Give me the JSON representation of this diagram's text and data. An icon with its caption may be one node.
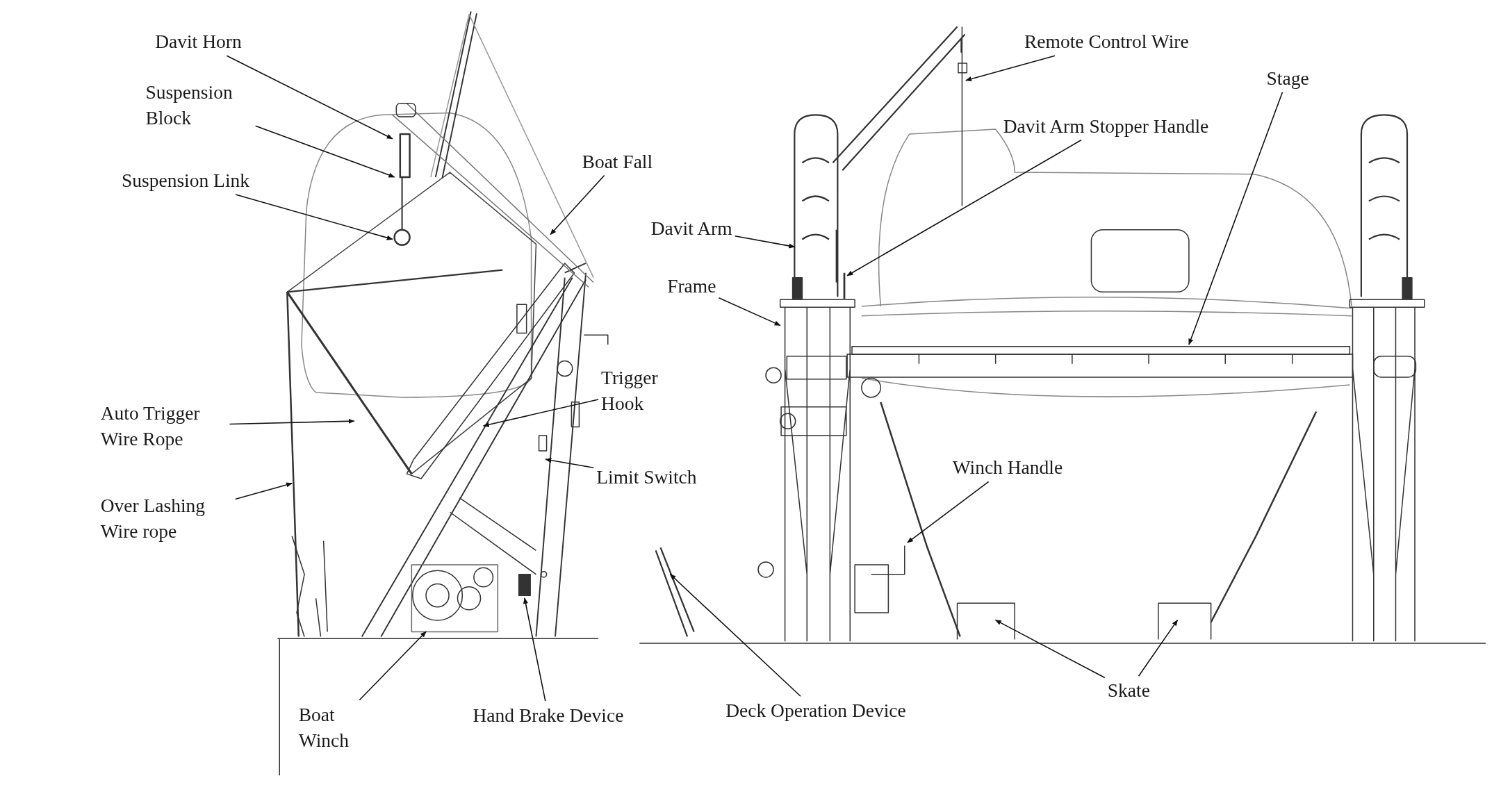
{
  "diagram": {
    "nodes": [
      {
        "text": [
          "Davit Horn"
        ]
      },
      {
        "text": [
          "Suspension Block"
        ]
      },
      {
        "text": [
          "Suspension Link"
        ]
      },
      {
        "text": [
          "Boat Fall"
        ]
      },
      {
        "text": [
          "Trigger Hook"
        ]
      },
      {
        "text": [
          "Auto Trigger Wire Rope"
        ]
      },
      {
        "text": [
          "Limit Switch"
        ]
      },
      {
        "text": [
          "Over Lashing Wire rope"
        ]
      },
      {
        "text": [
          "Boat Winch"
        ]
      },
      {
        "text": [
          "Hand Brake Device"
        ]
      },
      {
        "text": [
          "Remote Control Wire"
        ]
      },
      {
        "text": [
          "Stage"
        ]
      },
      {
        "text": [
          "Davit Arm Stopper Handle"
        ]
      },
      {
        "text": [
          "Davit Arm"
        ]
      },
      {
        "text": [
          "Frame"
        ]
      },
      {
        "text": [
          "Winch Handle"
        ]
      },
      {
        "text": [
          "Deck Operation Device"
        ]
      },
      {
        "text": [
          "Skate"
        ]
      }
    ],
    "edges": [
      {
        "from": 0,
        "to": null,
        "arrow": "to"
      },
      {
        "from": 1,
        "to": null,
        "arrow": "to"
      },
      {
        "from": 2,
        "to": null,
        "arrow": "to"
      },
      {
        "from": 3,
        "to": null,
        "arrow": "to"
      },
      {
        "from": 4,
        "to": null,
        "arrow": "to"
      },
      {
        "from": 5,
        "to": null,
        "arrow": "to"
      },
      {
        "from": 6,
        "to": null,
        "arrow": "to"
      },
      {
        "from": 7,
        "to": null,
        "arrow": "to"
      },
      {
        "from": 8,
        "to": null,
        "arrow": "to"
      },
      {
        "from": 9,
        "to": null,
        "arrow": "to"
      },
      {
        "from": 10,
        "to": null,
        "arrow": "to"
      },
      {
        "from": 11,
        "to": null,
        "arrow": "to"
      },
      {
        "from": 12,
        "to": null,
        "arrow": "to"
      },
      {
        "from": 13,
        "to": null,
        "arrow": "to"
      },
      {
        "from": 14,
        "to": null,
        "arrow": "to"
      },
      {
        "from": 15,
        "to": null,
        "arrow": "to"
      },
      {
        "from": 16,
        "to": null,
        "arrow": "to"
      },
      {
        "from": 17,
        "to": null,
        "arrow": "to"
      },
      {
        "from": 17,
        "to": null,
        "arrow": "to"
      }
    ]
  }
}
